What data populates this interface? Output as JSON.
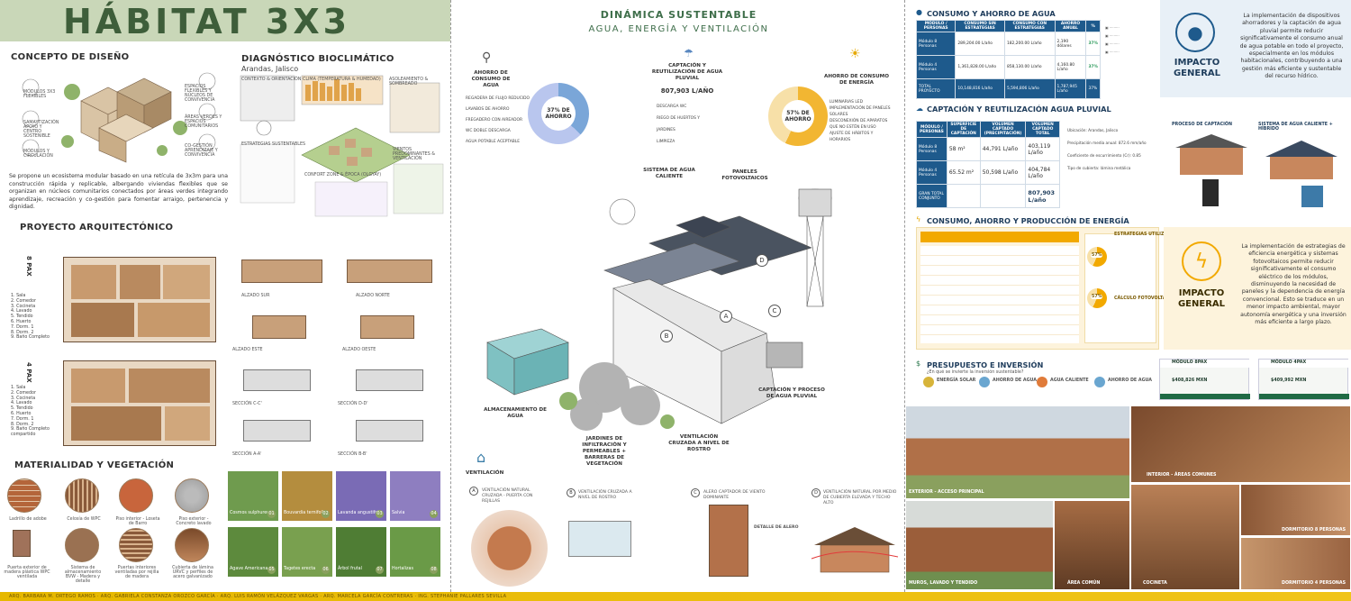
{
  "panel1": {
    "title": "HÁBITAT 3X3",
    "design_concept_heading": "CONCEPTO DE DISEÑO",
    "design_concept_labels": [
      "MÓDULOS 3X3 FLEXIBLES",
      "SAMAYTIZACIÓN APOYO Y CENTRO SOSTENIBLE",
      "ESPACIOS FLEXIBLES Y NÚCLEOS DE CONVIVENCIA",
      "ÁREAS VERDES Y ESPACIOS COMUNITARIOS",
      "CO-GESTIÓN APRENDIZAJE Y CONVIVENCIA",
      "MÓDULOS Y CIRCULACIÓN"
    ],
    "design_paragraph": "Se propone un ecosistema modular basado en una retícula de 3x3m para una construcción rápida y replicable, albergando viviendas flexibles que se organizan en núcleos comunitarios conectados por áreas verdes integrando aprendizaje, recreación y co-gestión para fomentar arraigo, pertenencia y dignidad.",
    "bioclimatic_heading": "DIAGNÓSTICO BIOCLIMÁTICO",
    "bioclimatic_location": "Arandas, Jalisco",
    "bioclimatic_labels": [
      "CONTEXTO & ORIENTACIÓN",
      "CLIMA (TEMPERATURA & HUMEDAD)",
      "ASOLEAMIENTO & SOMBREADO",
      "ESTRATEGIAS SUSTENTABLES",
      "CONFORT ZONE & ÉPOCA (OLGYAY)",
      "VIENTOS PREDOMINANTES & VENTILACIÓN"
    ],
    "arch_heading": "PROYECTO ARQUITECTÓNICO",
    "pax8": "8 PAX",
    "pax4": "4 PAX",
    "legend8": [
      "1. Sala",
      "2. Comedor",
      "3. Cocineta",
      "4. Lavado",
      "5. Tendido",
      "6. Huerto",
      "7. Dorm. 1",
      "8. Dorm. 2",
      "9. Baño Completo"
    ],
    "legend4": [
      "1. Sala",
      "2. Comedor",
      "3. Cocineta",
      "4. Lavado",
      "5. Tendido",
      "6. Huerto",
      "7. Dorm. 1",
      "8. Dorm. 2",
      "9. Baño Completo compartido"
    ],
    "elevations": [
      "ALZADO SUR",
      "ALZADO NORTE",
      "ALZADO ESTE",
      "ALZADO OESTE",
      "SECCIÓN C-C'",
      "SECCIÓN D-D'",
      "SECCIÓN A-A'",
      "SECCIÓN B-B'"
    ],
    "materials_heading": "MATERIALIDAD Y VEGETACIÓN",
    "materials": [
      "Ladrillo de adobe",
      "Celosía de WPC",
      "Piso interior - Loseta de Barro",
      "Piso exterior - Concreto lavado",
      "Puerta exterior de madera plástica WPC ventilada",
      "Sistema de almacenamiento BVW - Madera y detalle",
      "Puertas interiores ventiladas por rejilla de madera",
      "Cubierta de lámina URVC y perfiles de acero galvanizado"
    ],
    "vegetation": [
      "01",
      "02",
      "03",
      "04",
      "05",
      "06",
      "07",
      "08"
    ],
    "vegetation_labels": [
      "Cosmos sulphureus",
      "Bouvardia ternifolia",
      "Lavanda angustifolia",
      "Salvia",
      "Agave Americana",
      "Tagetes erecta",
      "Árbol frutal",
      "Hortalizas"
    ]
  },
  "panel2": {
    "title": "DINÁMICA SUSTENTABLE",
    "subtitle": "AGUA, ENERGÍA Y VENTILACIÓN",
    "water_saving_label": "AHORRO DE CONSUMO DE AGUA",
    "water_saving_list": [
      "REGADERA DE FLUJO REDUCIDO",
      "LAVABOS DE AHORRO",
      "FREGADERO CON AIREADOR",
      "WC DOBLE DESCARGA",
      "AGUA POTABLE ACEPTABLE"
    ],
    "water_saving_pct": "37% DE AHORRO",
    "rain_label": "CAPTACIÓN Y REUTILIZACIÓN DE AGUA PLUVIAL",
    "rain_value": "807,903 L/AÑO",
    "rain_list": [
      "DESCARGA WC",
      "RIEGO DE HUERTOS Y JARDINES",
      "LIMPIEZA"
    ],
    "energy_label": "AHORRO DE CONSUMO DE ENERGÍA",
    "energy_list": [
      "LUMINARIAS LED",
      "IMPLEMENTACIÓN DE PANELES SOLARES",
      "DESCONEXIÓN DE APARATOS QUE NO ESTÉN EN USO",
      "AJUSTE DE HÁBITOS Y HORARIOS"
    ],
    "energy_pct": "57% DE AHORRO",
    "axo_labels": {
      "hot_water": "SISTEMA DE AGUA CALIENTE",
      "pv": "PANELES FOTOVOLTAICOS",
      "storage": "ALMACENAMIENTO DE AGUA",
      "gardens": "JARDINES DE INFILTRACIÓN Y PERMEABLES + BARRERAS DE VEGETACIÓN",
      "cross_vent": "VENTILACIÓN CRUZADA A NIVEL DE ROSTRO",
      "rain_process": "CAPTACIÓN Y PROCESO DE AGUA PLUVIAL"
    },
    "markers": [
      "A",
      "B",
      "C",
      "D"
    ],
    "ventilation_heading": "VENTILACIÓN",
    "vent_items": [
      {
        "letter": "A",
        "text": "VENTILACIÓN NATURAL CRUZADA - PUERTA CON REJILLAS"
      },
      {
        "letter": "B",
        "text": "VENTILACIÓN CRUZADA A NIVEL DE ROSTRO"
      },
      {
        "letter": "C",
        "text": "ALERO CAPTADOR DE VIENTO DOMINANTE"
      },
      {
        "letter": "D",
        "text": "VENTILACIÓN NATURAL POR MEDIO DE CUBIERTA ELEVADA Y TECHO ALTO"
      }
    ],
    "vent_detail": "DETALLE DE ALERO"
  },
  "panel3": {
    "water_heading": "CONSUMO Y AHORRO DE AGUA",
    "water_table_head": [
      "MÓDULO / PERSONAS",
      "CONSUMO SIN ESTRATEGIAS",
      "CONSUMO CON ESTRATEGIAS",
      "AHORRO ANUAL",
      "%"
    ],
    "water_rows": [
      [
        "Módulo 8 Personas",
        "289,204.00 L/año",
        "182,200.00 L/año",
        "2,190 dólares",
        "37%"
      ],
      [
        "Módulo 4 Personas",
        "1,361,828.00 L/año",
        "858,130.00 L/año",
        "4,160.80 L/año",
        "37%"
      ],
      [
        "TOTAL PROYECTO",
        "10,148,816 L/año",
        "5,594,806 L/año",
        "1,787,945 L/año",
        "37%"
      ]
    ],
    "water_impact_text": "La implementación de dispositivos ahorradores y la captación de agua pluvial permite reducir significativamente el consumo anual de agua potable en todo el proyecto, especialmente en los módulos habitacionales, contribuyendo a una gestión más eficiente y sustentable del recurso hídrico.",
    "impact_title": "IMPACTO GENERAL",
    "rain_heading": "CAPTACIÓN Y REUTILIZACIÓN AGUA PLUVIAL",
    "rain_table_head": [
      "MÓDULO / PERSONAS",
      "SUPERFICIE DE CAPTACIÓN",
      "VOLUMEN CAPTADO (PRECIPITACIÓN)",
      "VOLUMEN CAPTADO TOTAL"
    ],
    "rain_rows": [
      [
        "Módulo 8 Personas",
        "58 m²",
        "44,791 L/año",
        "403,119 L/año"
      ],
      [
        "Módulo 4 Personas",
        "65.52 m²",
        "50,598 L/año",
        "404,784 L/año"
      ],
      [
        "GRAN TOTAL CONJUNTO",
        "",
        "",
        "807,903 L/año"
      ]
    ],
    "rain_notes": [
      "Ubicación: Arandas, Jalisco",
      "Precipitación media anual: 872.6 mm/año",
      "Coeficiente de escurrimiento (Cr): 0.85",
      "Tipo de cubierta: lámina metálica"
    ],
    "capture_heading": "PROCESO DE CAPTACIÓN",
    "hotwater_heading": "SISTEMA DE AGUA CALIENTE + HÍBRIDO",
    "energy_heading": "CONSUMO, AHORRO Y PRODUCCIÓN DE ENERGÍA",
    "energy_impact_text": "La implementación de estrategias de eficiencia energética y sistemas fotovoltaicos permite reducir significativamente el consumo eléctrico de los módulos, disminuyendo la necesidad de paneles y la dependencia de energía convencional. Esto se traduce en un menor impacto ambiental, mayor autonomía energética y una inversión más eficiente a largo plazo.",
    "energy_pcts": [
      "57%",
      "57%"
    ],
    "energy_side": [
      "ESTRATEGIAS UTILIZADAS",
      "CÁLCULO FOTOVOLTAICO"
    ],
    "budget_heading": "PRESUPUESTO E INVERSIÓN",
    "budget_question": "¿En qué se invierte la inversión sustentable?",
    "budget_items": [
      "ENERGÍA SOLAR",
      "AHORRO DE AGUA",
      "AGUA CALIENTE",
      "AHORRO DE AGUA"
    ],
    "module_cards": [
      {
        "label": "MÓDULO 8PAX",
        "price": "$408,826 MXN"
      },
      {
        "label": "MÓDULO 4PAX",
        "price": "$409,992 MXN"
      }
    ],
    "photo_captions": [
      "EXTERIOR - ACCESO PRINCIPAL",
      "INTERIOR - ÁREAS COMUNES",
      "MUROS, LAVADO Y TENDIDO",
      "ÁREA COMÚN",
      "COCINETA",
      "DORMITORIO 8 PERSONAS",
      "DORMITORIO 4 PERSONAS"
    ],
    "colors": {
      "navy": "#1e5a8c",
      "impact_bg": "#e8f0f7",
      "energy_bg": "#fdf3dc",
      "energy_accent": "#f2a900"
    }
  },
  "footer": "ARQ. BARBARA M. ORTEGO RAMOS · ARQ. GABRIELA CONSTANZA OROZCO GARCÍA · ARQ. LUIS RAMÓN VELÁZQUEZ VARGAS · ARQ. MARCELA GARCÍA CONTRERAS · ING. STEPHANIE PALLARES SEVILLA"
}
